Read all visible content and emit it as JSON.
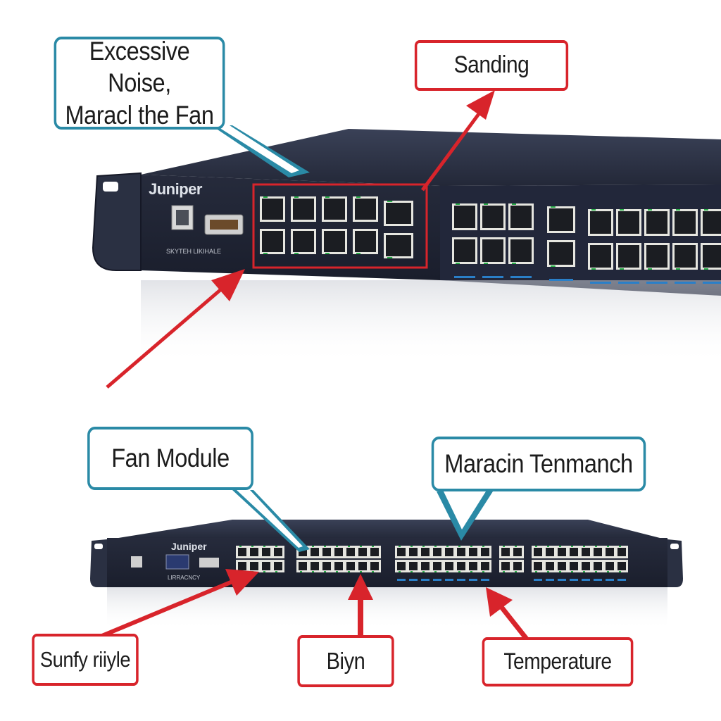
{
  "colors": {
    "callout_blue": "#2a8aa6",
    "callout_red": "#d8242b",
    "chassis": "#1f2436",
    "chassis_top": "#2b3145",
    "port_frame": "#e6e6e0",
    "port_led": "#2bb04a",
    "port_link": "#2a7fc8"
  },
  "top_device": {
    "brand": "Juniper",
    "label": "SKYTEH LIKIHALE",
    "callouts": {
      "excessive_noise": "Excessive Noise,\nMaracl the Fan",
      "sanding": "Sanding"
    }
  },
  "bottom_device": {
    "brand": "Juniper",
    "label": "LIRRACNCY",
    "callouts": {
      "fan_module": "Fan Module",
      "maracin_tenmanch": "Maracin Tenmanch",
      "sunfy_riiyle": "Sunfy riiyle",
      "biyn": "Biyn",
      "temperature": "Temperature"
    }
  }
}
